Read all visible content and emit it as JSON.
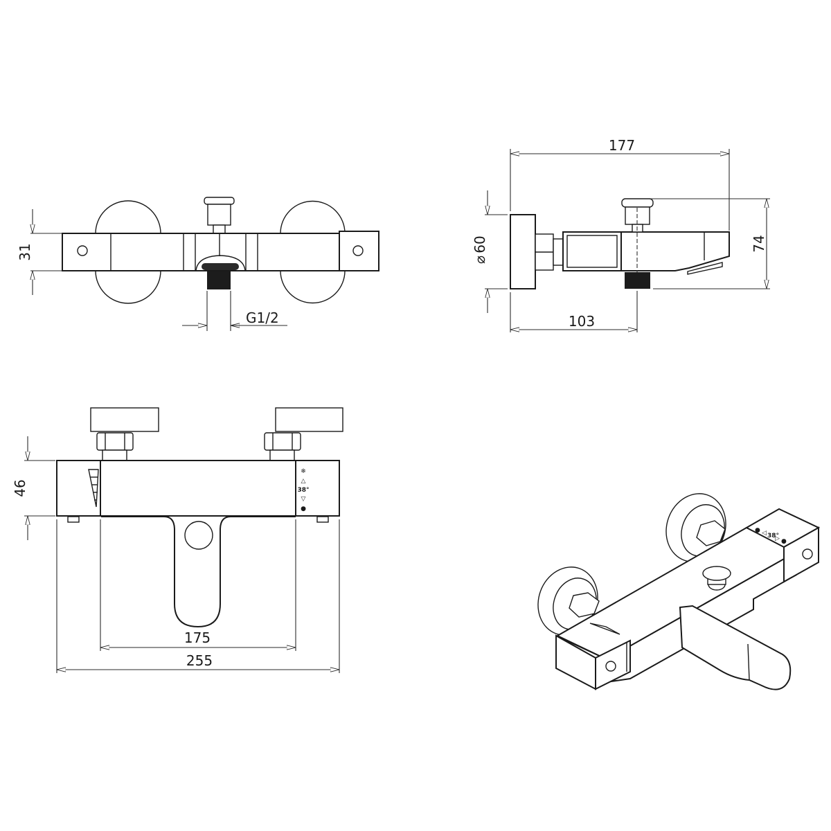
{
  "drawing": {
    "subject": "Thermostatic bath/shower mixer technical drawing",
    "views": {
      "top_view": {
        "dimensions": {
          "body_depth": "31",
          "outlet_thread": "G1/2"
        }
      },
      "side_view": {
        "dimensions": {
          "overall_projection": "177",
          "flange_diameter": "60",
          "diameter_symbol": "⌀",
          "overall_height": "74",
          "outlet_distance": "103"
        }
      },
      "front_view": {
        "dimensions": {
          "body_height": "46",
          "inlet_centers": "175",
          "overall_width": "255"
        },
        "temperature_scale": {
          "cold_symbol": "❄",
          "up_arrow": "△",
          "set_point": "38°",
          "down_arrow": "▽",
          "hot_symbol": "●"
        }
      },
      "isometric_view": {
        "scale_symbols": [
          "●",
          "◁",
          "38°",
          "▷",
          "●"
        ]
      }
    }
  }
}
